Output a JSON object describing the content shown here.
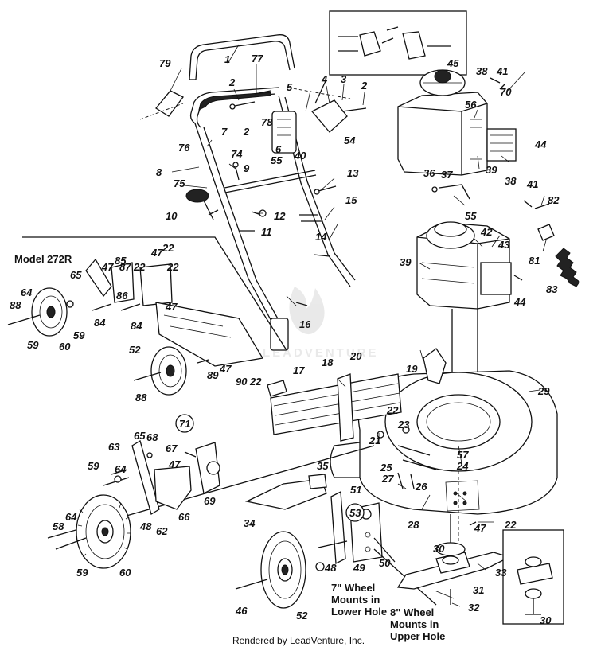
{
  "diagram": {
    "model_label": "Model 272R",
    "note_7in": [
      "7\" Wheel",
      "Mounts in",
      "Lower Hole"
    ],
    "note_8in": [
      "8\" Wheel",
      "Mounts in",
      "Upper Hole"
    ],
    "watermark_text": "LEADVENTURE",
    "part_numbers": {
      "n1": "1",
      "n2a": "2",
      "n2b": "2",
      "n2c": "2",
      "n3": "3",
      "n4": "4",
      "n5": "5",
      "n6": "6",
      "n7": "7",
      "n8": "8",
      "n9": "9",
      "n10": "10",
      "n11": "11",
      "n12": "12",
      "n13": "13",
      "n14": "14",
      "n15": "15",
      "n16": "16",
      "n17": "17",
      "n18": "18",
      "n19": "19",
      "n20": "20",
      "n21": "21",
      "n22a": "22",
      "n22b": "22",
      "n22c": "22",
      "n22d": "22",
      "n22e": "22",
      "n22f": "22",
      "n23": "23",
      "n24": "24",
      "n25": "25",
      "n26": "26",
      "n27": "27",
      "n28": "28",
      "n29": "29",
      "n30a": "30",
      "n30b": "30",
      "n31": "31",
      "n32": "32",
      "n33": "33",
      "n34": "34",
      "n35": "35",
      "n36": "36",
      "n37": "37",
      "n38a": "38",
      "n38b": "38",
      "n39a": "39",
      "n39b": "39",
      "n40": "40",
      "n41a": "41",
      "n41b": "41",
      "n42": "42",
      "n43": "43",
      "n44a": "44",
      "n44b": "44",
      "n45": "45",
      "n46": "46",
      "n47a": "47",
      "n47b": "47",
      "n47c": "47",
      "n47d": "47",
      "n47e": "47",
      "n47f": "47",
      "n48a": "48",
      "n48b": "48",
      "n49": "49",
      "n50": "50",
      "n51": "51",
      "n52a": "52",
      "n52b": "52",
      "n53": "53",
      "n54": "54",
      "n55a": "55",
      "n55b": "55",
      "n56": "56",
      "n57": "57",
      "n58": "58",
      "n59a": "59",
      "n59b": "59",
      "n59c": "59",
      "n59d": "59",
      "n60a": "60",
      "n60b": "60",
      "n62": "62",
      "n63": "63",
      "n64a": "64",
      "n64b": "64",
      "n64c": "64",
      "n65a": "65",
      "n65b": "65",
      "n66": "66",
      "n67": "67",
      "n68": "68",
      "n69": "69",
      "n70": "70",
      "n71": "71",
      "n74": "74",
      "n75": "75",
      "n76": "76",
      "n77": "77",
      "n78": "78",
      "n79": "79",
      "n81": "81",
      "n82": "82",
      "n83": "83",
      "n84a": "84",
      "n84b": "84",
      "n85": "85",
      "n86": "86",
      "n87": "87",
      "n88a": "88",
      "n88b": "88",
      "n89": "89",
      "n90": "90"
    }
  },
  "footer": {
    "text": "Rendered by LeadVenture, Inc."
  }
}
